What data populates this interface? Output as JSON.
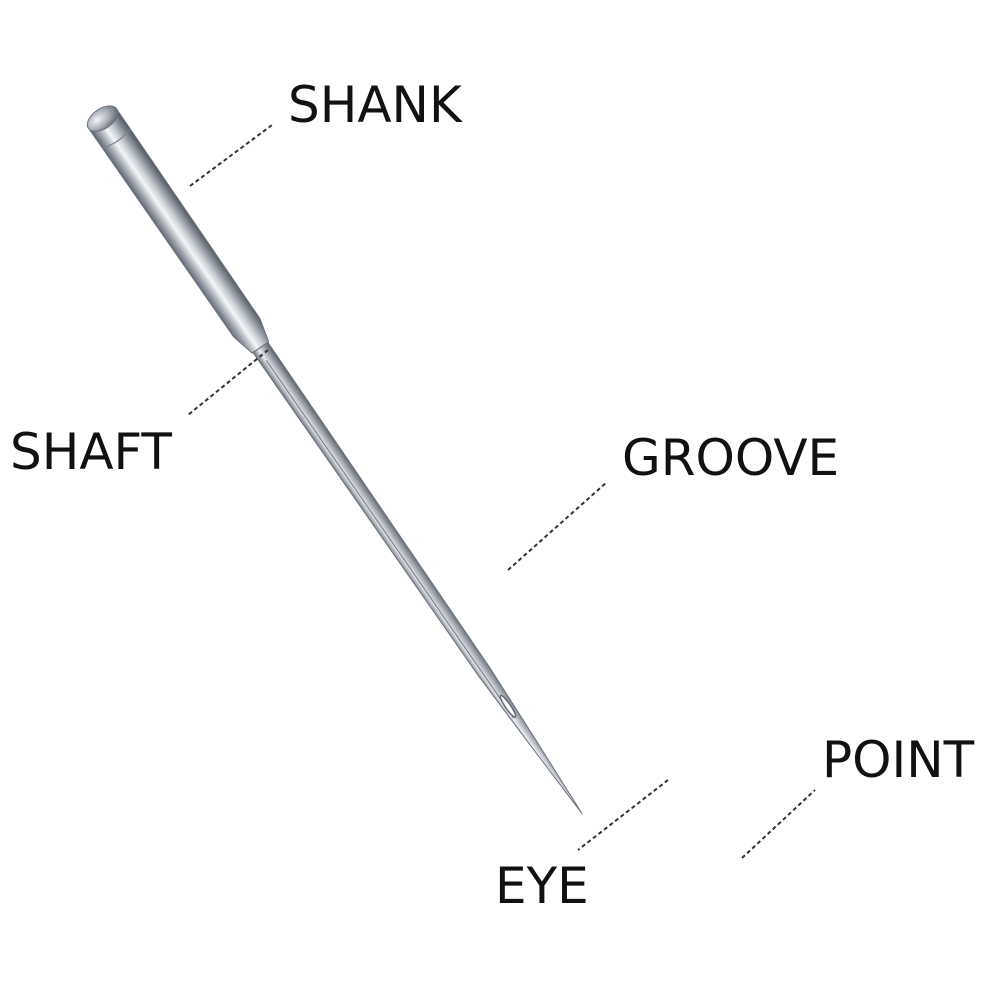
{
  "labels": {
    "shank": "SHANK",
    "shaft": "SHAFT",
    "groove": "GROOVE",
    "point": "POINT",
    "eye": "EYE"
  },
  "colors": {
    "background": "#ffffff",
    "metal_dark": "#5d6470",
    "metal_mid": "#aab0b8",
    "metal_light": "#f4f6f8",
    "text": "#111111",
    "leader": "#333333"
  }
}
